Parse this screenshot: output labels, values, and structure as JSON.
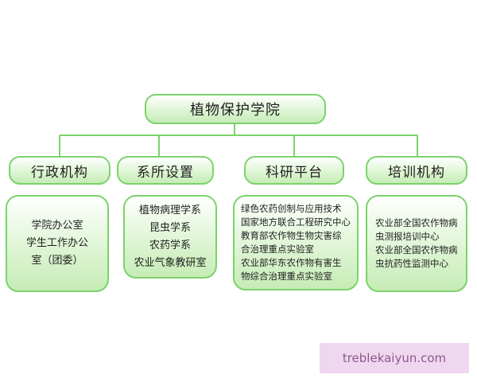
{
  "root": {
    "label": "植物保护学院"
  },
  "categories": [
    {
      "label": "行政机构",
      "items": [
        "学院办公室",
        "学生工作办公",
        "室（团委）"
      ]
    },
    {
      "label": "系所设置",
      "items": [
        "植物病理学系",
        "昆虫学系",
        "农药学系",
        "农业气象教研室"
      ]
    },
    {
      "label": "科研平台",
      "items": [
        "绿色农药创制与应用技术",
        "国家地方联合工程研究中心",
        "教育部农作物生物灾害综",
        "合治理重点实验室",
        "农业部华东农作物有害生",
        "物综合治理重点实验室"
      ]
    },
    {
      "label": "培训机构",
      "items": [
        "农业部全国农作物病",
        "虫测报培训中心",
        "农业部全国农作物病",
        "虫抗药性监测中心"
      ]
    }
  ],
  "watermark": "treblekaiyun.com",
  "colors": {
    "border": "#7bd36a",
    "line": "#7bd36a",
    "fill": "#c6ecb6"
  }
}
